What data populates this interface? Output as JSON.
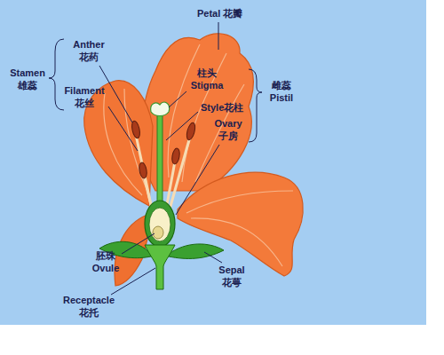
{
  "diagram": {
    "labels": [
      "Petal 花瓣",
      "Anther 花药",
      "Stamen 雄蕊",
      "Filament 花丝",
      "柱头 Stigma",
      "雌蕊 Pistil",
      "Style花柱",
      "Ovary 子房",
      "胚珠 Ovule",
      "Sepal 花萼",
      "Receptacle 花托"
    ]
  }
}
